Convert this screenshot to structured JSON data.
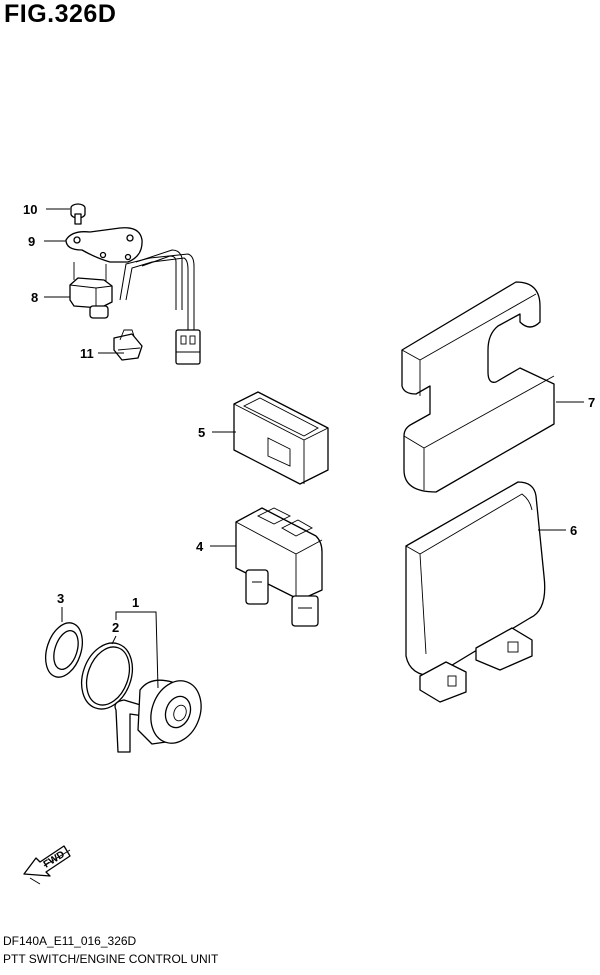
{
  "figure": {
    "title": "FIG.326D",
    "code": "DF140A_E11_016_326D",
    "caption": "PTT SWITCH/ENGINE CONTROL UNIT",
    "fwd_label": "FWD"
  },
  "callouts": [
    {
      "id": "c10",
      "label": "10"
    },
    {
      "id": "c9",
      "label": "9"
    },
    {
      "id": "c8",
      "label": "8"
    },
    {
      "id": "c11",
      "label": "11"
    },
    {
      "id": "c5",
      "label": "5"
    },
    {
      "id": "c7",
      "label": "7"
    },
    {
      "id": "c4",
      "label": "4"
    },
    {
      "id": "c6",
      "label": "6"
    },
    {
      "id": "c3",
      "label": "3"
    },
    {
      "id": "c1",
      "label": "1"
    },
    {
      "id": "c2",
      "label": "2"
    }
  ]
}
